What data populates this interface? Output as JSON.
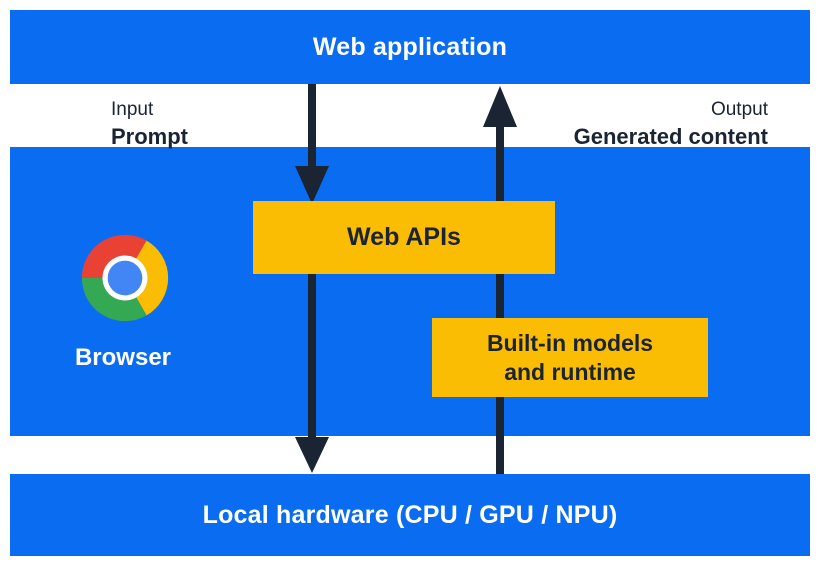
{
  "colors": {
    "blue": "#0a6cf0",
    "yellow": "#fbbc04",
    "navy": "#1a2433",
    "white": "#ffffff",
    "chrome_red": "#e94235",
    "chrome_green": "#34a853",
    "chrome_yellow": "#fbbc04",
    "chrome_blue": "#4285f4"
  },
  "layers": {
    "web_application": {
      "label": "Web application"
    },
    "io": {
      "input_caption": "Input",
      "input_value": "Prompt",
      "output_caption": "Output",
      "output_value": "Generated content"
    },
    "browser": {
      "label": "Browser",
      "icon": "chrome-logo-icon",
      "web_apis_label": "Web APIs",
      "builtin_line1": "Built-in models",
      "builtin_line2": "and runtime"
    },
    "local_hardware": {
      "label": "Local hardware (CPU / GPU / NPU)"
    }
  },
  "arrows": {
    "down_flow": "prompt-from-web-application-to-local-hardware",
    "up_flow": "generated-content-from-local-hardware-to-web-application"
  }
}
